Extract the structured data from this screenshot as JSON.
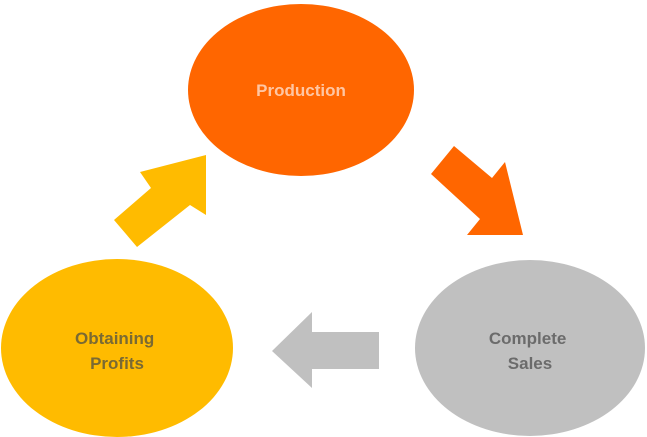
{
  "nodes": {
    "production": {
      "label": "Production",
      "fill": "#FF6600",
      "text_color": "#FFC6A3"
    },
    "complete_sales": {
      "label_lines": [
        "Complete",
        "Sales"
      ],
      "fill": "#C0C0C0",
      "text_color": "#6B6B6B"
    },
    "obtaining_profits": {
      "label_lines": [
        "Obtaining",
        "Profits"
      ],
      "fill": "#FFBB00",
      "text_color": "#7A6A33"
    }
  },
  "arrows": [
    {
      "from": "Production",
      "to": "Complete Sales",
      "color": "#FF6600",
      "direction": "down-right"
    },
    {
      "from": "Complete Sales",
      "to": "Obtaining Profits",
      "color": "#C0C0C0",
      "direction": "left"
    },
    {
      "from": "Obtaining Profits",
      "to": "Production",
      "color": "#FFBB00",
      "direction": "up-right"
    }
  ]
}
